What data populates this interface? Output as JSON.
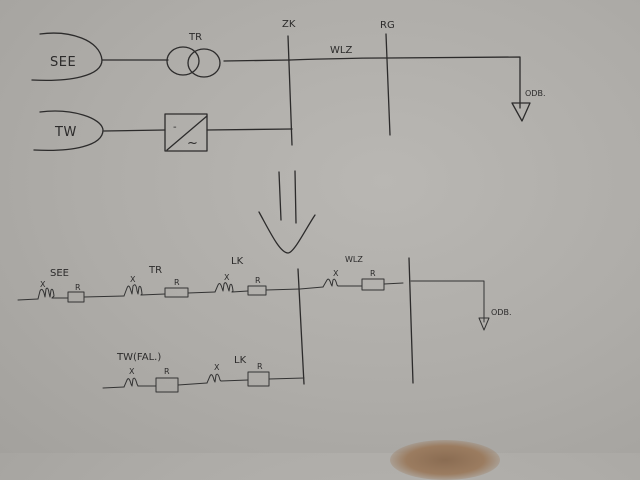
{
  "diagram": {
    "title": "Schemat zastępczy sieci",
    "top_schematic": {
      "sources": [
        {
          "id": "see",
          "label": "SEE"
        },
        {
          "id": "tw",
          "label": "TW"
        }
      ],
      "transformer_label": "TR",
      "converter": {
        "symbol_top": "-",
        "symbol_bottom": "~"
      },
      "bus_labels": {
        "zk": "ZK",
        "rg": "RG"
      },
      "line_label": "WLZ",
      "load_label": "ODB."
    },
    "arrow": "transform-to-equivalent",
    "bottom_schematic": {
      "branch_1": {
        "elements": [
          {
            "group": "SEE",
            "x_label": "X",
            "r_label": "R"
          },
          {
            "group": "TR",
            "x_label": "X",
            "r_label": "R"
          },
          {
            "group": "LK",
            "x_label": "X",
            "r_label": "R"
          }
        ]
      },
      "branch_2": {
        "group_label": "TW(FAL.)",
        "elements": [
          {
            "group": "TW(FAL.)",
            "x_label": "X",
            "r_label": "R"
          },
          {
            "group": "LK",
            "x_label": "X",
            "r_label": "R"
          }
        ]
      },
      "line": {
        "group": "WLZ",
        "x_label": "X",
        "r_label": "R"
      },
      "load_label": "ODB."
    }
  }
}
